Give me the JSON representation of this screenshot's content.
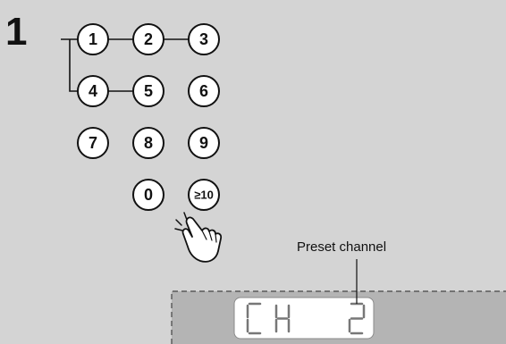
{
  "step": {
    "number": "1"
  },
  "keypad": {
    "keys": [
      {
        "id": "1",
        "label": "1"
      },
      {
        "id": "2",
        "label": "2"
      },
      {
        "id": "3",
        "label": "3"
      },
      {
        "id": "4",
        "label": "4"
      },
      {
        "id": "5",
        "label": "5"
      },
      {
        "id": "6",
        "label": "6"
      },
      {
        "id": "7",
        "label": "7"
      },
      {
        "id": "8",
        "label": "8"
      },
      {
        "id": "9",
        "label": "9"
      },
      {
        "id": "0",
        "label": "0"
      },
      {
        "id": "ge10",
        "label": "≥10"
      }
    ],
    "connected_keys": [
      "1",
      "2",
      "3",
      "4",
      "5"
    ],
    "pressed_key": "ge10"
  },
  "display": {
    "callout_label": "Preset channel",
    "segment_text": "CH  2"
  },
  "colors": {
    "background": "#d4d4d4",
    "display_panel": "#b4b4b4",
    "lcd": "#ffffff",
    "ink": "#111111"
  }
}
